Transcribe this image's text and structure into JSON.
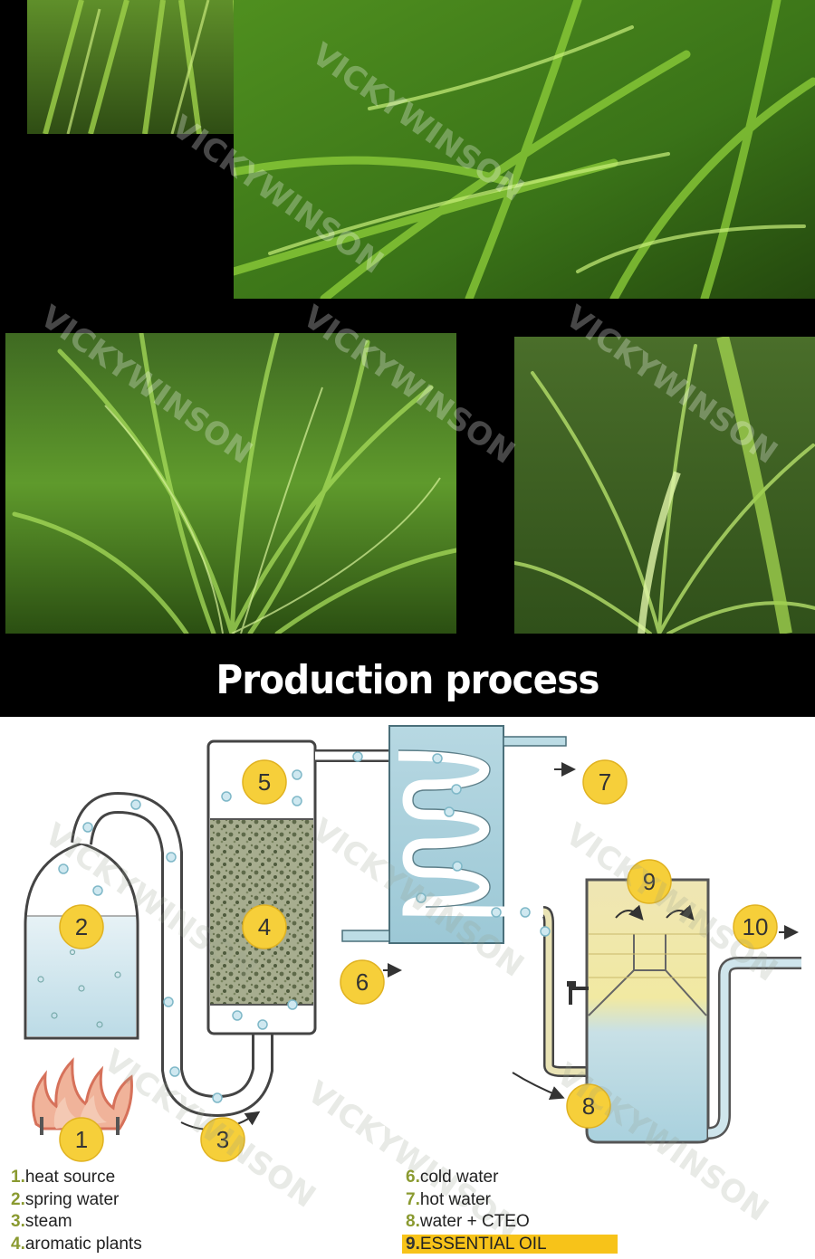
{
  "title": "Production process",
  "watermark": "VICKYWINSON",
  "photos": [
    {
      "name": "photo-top-left",
      "alt": "lemongrass stalks"
    },
    {
      "name": "photo-top-right",
      "alt": "lemongrass leaves"
    },
    {
      "name": "photo-middle-left",
      "alt": "lemongrass clump"
    },
    {
      "name": "photo-middle-right",
      "alt": "lemongrass plant"
    }
  ],
  "diagram": {
    "badges": [
      "1",
      "2",
      "3",
      "4",
      "5",
      "6",
      "7",
      "8",
      "9",
      "10"
    ],
    "legend_left": [
      {
        "num": "1.",
        "label": "heat source"
      },
      {
        "num": "2.",
        "label": "spring water"
      },
      {
        "num": "3.",
        "label": "steam"
      },
      {
        "num": "4.",
        "label": "aromatic plants"
      }
    ],
    "legend_right": [
      {
        "num": "6.",
        "label": "cold water"
      },
      {
        "num": "7.",
        "label": "hot water"
      },
      {
        "num": "8.",
        "label": "water + CTEO"
      },
      {
        "num": "9.",
        "label": "ESSENTIAL OIL"
      }
    ]
  },
  "colors": {
    "badge": "#f6cf3a",
    "water": "#bfdde6",
    "oil": "#efe7a8",
    "legend_number": "#8a9a30",
    "highlight": "#f7c319"
  }
}
